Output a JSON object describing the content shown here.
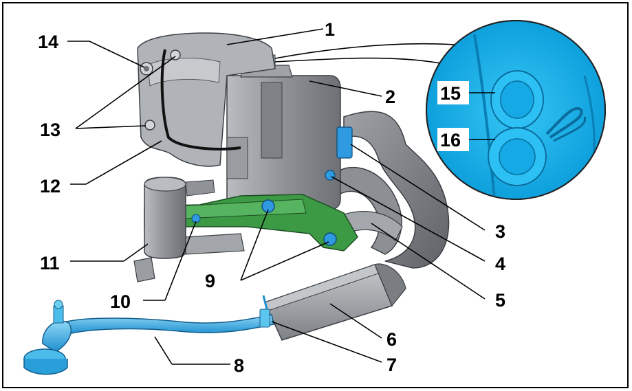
{
  "callouts": {
    "c1": "1",
    "c2": "2",
    "c3": "3",
    "c4": "4",
    "c5": "5",
    "c6": "6",
    "c7": "7",
    "c8": "8",
    "c9": "9",
    "c10": "10",
    "c11": "11",
    "c12": "12",
    "c13": "13",
    "c14": "14",
    "c15": "15",
    "c16": "16"
  },
  "colors": {
    "housing_gray": "#8c8f94",
    "bracket_green": "#3c9a45",
    "pipe_blue": "#2fa8e0",
    "detail_cyan": "#1fb6ef"
  }
}
